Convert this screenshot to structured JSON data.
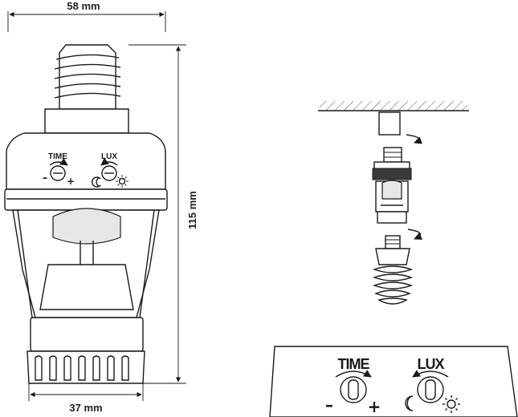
{
  "dimensions": {
    "width_top": "58 mm",
    "height": "115 mm",
    "width_bottom": "37 mm"
  },
  "panel": {
    "time_label": "TIME",
    "lux_label": "LUX",
    "minus_sign": "–",
    "plus_sign": "+"
  },
  "icons": [
    "moon-icon",
    "sun-icon",
    "rotate-arrow-icon"
  ]
}
